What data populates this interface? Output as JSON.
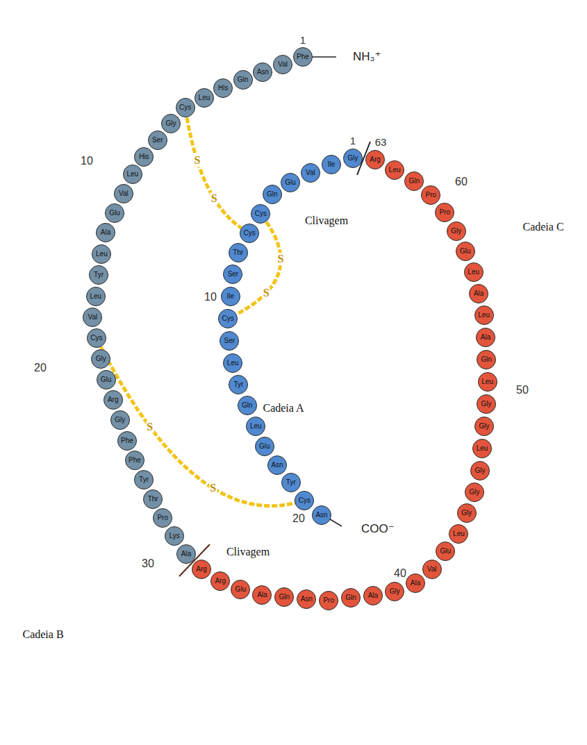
{
  "diagram": {
    "nodes": [
      {
        "text": [
          "Phe"
        ]
      },
      {
        "text": [
          "Val"
        ]
      },
      {
        "text": [
          "Asn"
        ]
      },
      {
        "text": [
          "Gln"
        ]
      },
      {
        "text": [
          "His"
        ]
      },
      {
        "text": [
          "Leu"
        ]
      },
      {
        "text": [
          "Cys"
        ]
      },
      {
        "text": [
          "Gly"
        ]
      },
      {
        "text": [
          "Ser"
        ]
      },
      {
        "text": [
          "His"
        ]
      },
      {
        "text": [
          "Leu"
        ]
      },
      {
        "text": [
          "Val"
        ]
      },
      {
        "text": [
          "Glu"
        ]
      },
      {
        "text": [
          "Ala"
        ]
      },
      {
        "text": [
          "Leu"
        ]
      },
      {
        "text": [
          "Tyr"
        ]
      },
      {
        "text": [
          "Leu"
        ]
      },
      {
        "text": [
          "Val"
        ]
      },
      {
        "text": [
          "Cys"
        ]
      },
      {
        "text": [
          "Gly"
        ]
      },
      {
        "text": [
          "Glu"
        ]
      },
      {
        "text": [
          "Arg"
        ]
      },
      {
        "text": [
          "Gly"
        ]
      },
      {
        "text": [
          "Phe"
        ]
      },
      {
        "text": [
          "Phe"
        ]
      },
      {
        "text": [
          "Tyr"
        ]
      },
      {
        "text": [
          "Thr"
        ]
      },
      {
        "text": [
          "Pro"
        ]
      },
      {
        "text": [
          "Lys"
        ]
      },
      {
        "text": [
          "Ala"
        ]
      },
      {
        "text": [
          "Gly"
        ]
      },
      {
        "text": [
          "Ile"
        ]
      },
      {
        "text": [
          "Val"
        ]
      },
      {
        "text": [
          "Glu"
        ]
      },
      {
        "text": [
          "Gln"
        ]
      },
      {
        "text": [
          "Cys"
        ]
      },
      {
        "text": [
          "Cys"
        ]
      },
      {
        "text": [
          "Thr"
        ]
      },
      {
        "text": [
          "Ser"
        ]
      },
      {
        "text": [
          "Ile"
        ]
      },
      {
        "text": [
          "Cys"
        ]
      },
      {
        "text": [
          "Ser"
        ]
      },
      {
        "text": [
          "Leu"
        ]
      },
      {
        "text": [
          "Tyr"
        ]
      },
      {
        "text": [
          "Gln"
        ]
      },
      {
        "text": [
          "Leu"
        ]
      },
      {
        "text": [
          "Glu"
        ]
      },
      {
        "text": [
          "Asn"
        ]
      },
      {
        "text": [
          "Tyr"
        ]
      },
      {
        "text": [
          "Cys"
        ]
      },
      {
        "text": [
          "Asn"
        ]
      },
      {
        "text": [
          "Arg"
        ]
      },
      {
        "text": [
          "Arg"
        ]
      },
      {
        "text": [
          "Glu"
        ]
      },
      {
        "text": [
          "Ala"
        ]
      },
      {
        "text": [
          "Gln"
        ]
      },
      {
        "text": [
          "Asn"
        ]
      },
      {
        "text": [
          "Pro"
        ]
      },
      {
        "text": [
          "Gln"
        ]
      },
      {
        "text": [
          "Ala"
        ]
      },
      {
        "text": [
          "Gly"
        ]
      },
      {
        "text": [
          "Ala"
        ]
      },
      {
        "text": [
          "Val"
        ]
      },
      {
        "text": [
          "Glu"
        ]
      },
      {
        "text": [
          "Leu"
        ]
      },
      {
        "text": [
          "Gly"
        ]
      },
      {
        "text": [
          "Gly"
        ]
      },
      {
        "text": [
          "Gly"
        ]
      },
      {
        "text": [
          "Leu"
        ]
      },
      {
        "text": [
          "Gly"
        ]
      },
      {
        "text": [
          "Gly"
        ]
      },
      {
        "text": [
          "Leu"
        ]
      },
      {
        "text": [
          "Gln"
        ]
      },
      {
        "text": [
          "Ala"
        ]
      },
      {
        "text": [
          "Leu"
        ]
      },
      {
        "text": [
          "Ala"
        ]
      },
      {
        "text": [
          "Leu"
        ]
      },
      {
        "text": [
          "Glu"
        ]
      },
      {
        "text": [
          "Gly"
        ]
      },
      {
        "text": [
          "Pro"
        ]
      },
      {
        "text": [
          "Pro"
        ]
      },
      {
        "text": [
          "Gln"
        ]
      },
      {
        "text": [
          "Leu"
        ]
      },
      {
        "text": [
          "Arg"
        ]
      }
    ],
    "edges": [
      {
        "from": 6,
        "to": 36,
        "arrow": "none"
      },
      {
        "from": 35,
        "to": 40,
        "arrow": "none"
      },
      {
        "from": 18,
        "to": 49,
        "arrow": "none"
      }
    ],
    "labels": [
      "NH₃⁺",
      "1",
      "10",
      "20",
      "30",
      "1",
      "10",
      "20",
      "COO⁻",
      "63",
      "60",
      "50",
      "40",
      "Clivagem",
      "Clivagem",
      "Cadeia A",
      "Cadeia B",
      "Cadeia C",
      "S",
      "S",
      "S",
      "S",
      "S",
      "S"
    ]
  }
}
